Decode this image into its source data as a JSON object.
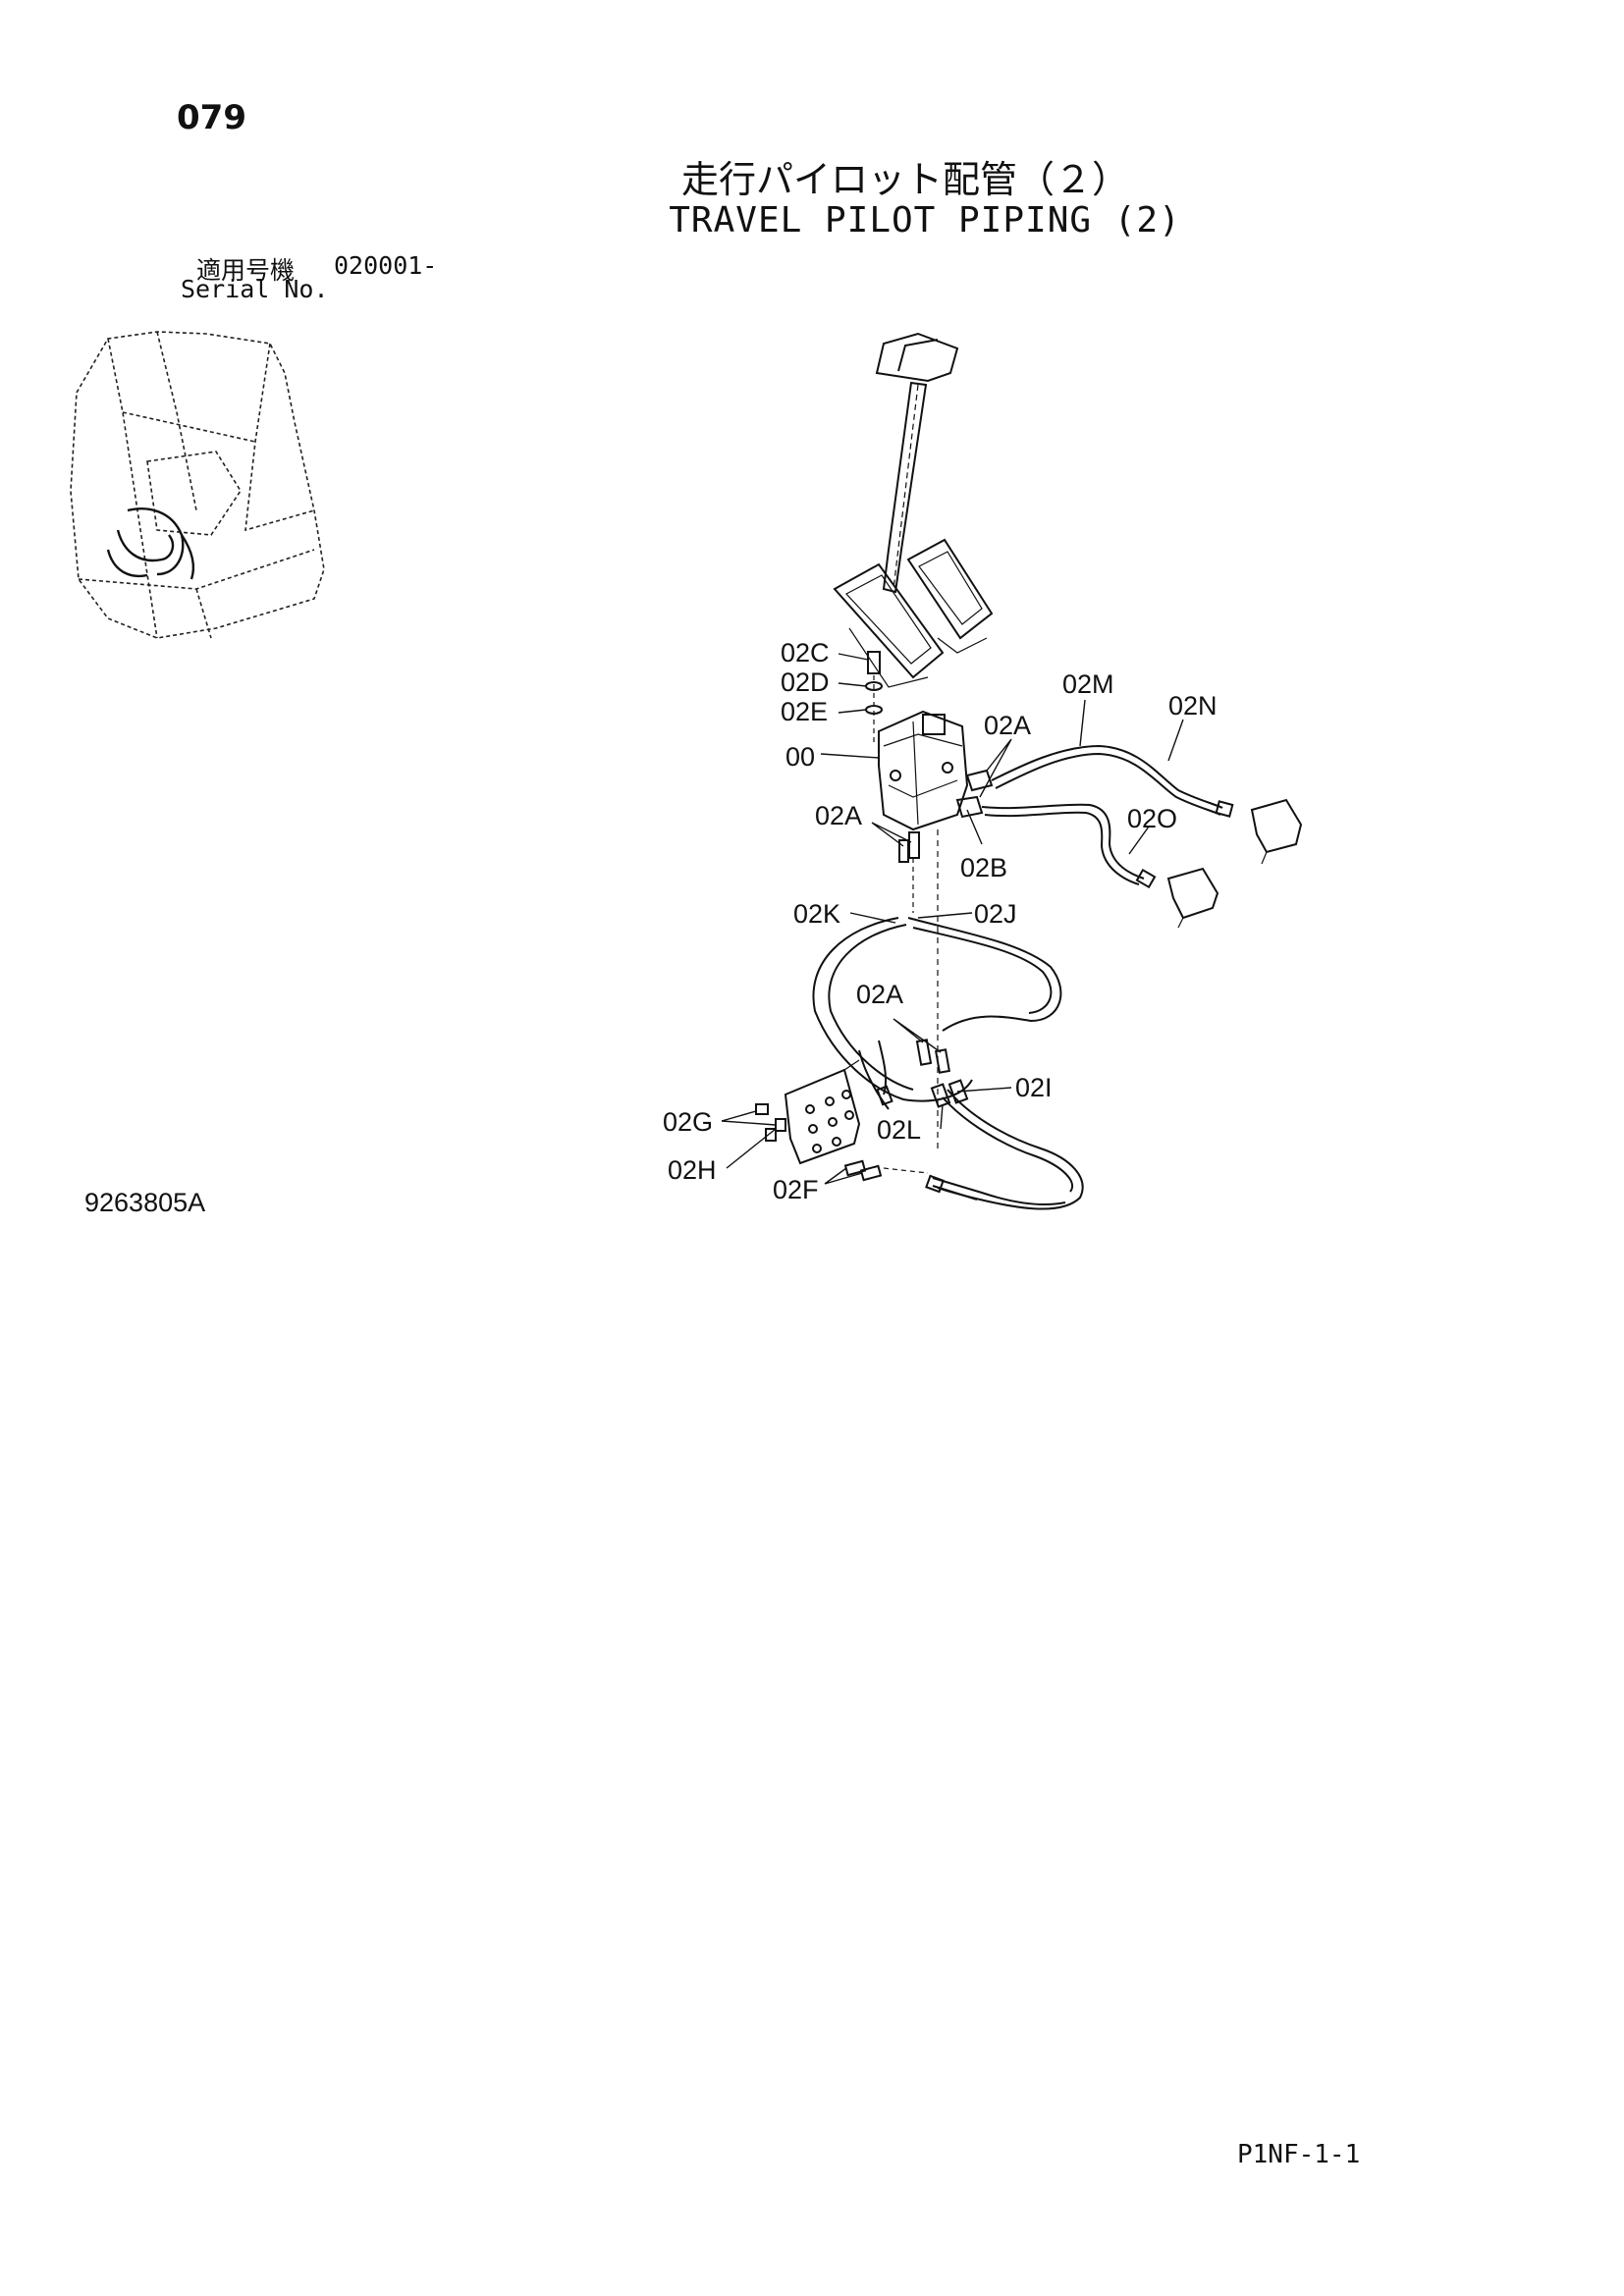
{
  "header": {
    "page_number": "079",
    "title_ja": "走行パイロット配管（２）",
    "title_en": "TRAVEL PILOT PIPING (2)"
  },
  "serial": {
    "label_ja": "適用号機",
    "range": "020001-",
    "label_en": "Serial No."
  },
  "drawing_number": "9263805A",
  "page_code": "P1NF-1-1",
  "callouts": {
    "c02C": "02C",
    "c02D": "02D",
    "c02E": "02E",
    "c00": "00",
    "c02A_top": "02A",
    "c02M": "02M",
    "c02N": "02N",
    "c02A_left": "02A",
    "c02B": "02B",
    "c02O": "02O",
    "c02K": "02K",
    "c02J": "02J",
    "c02A_mid": "02A",
    "c02I": "02I",
    "c02G": "02G",
    "c02L": "02L",
    "c02H": "02H",
    "c02F": "02F"
  },
  "colors": {
    "ink": "#111111",
    "paper": "#ffffff"
  }
}
